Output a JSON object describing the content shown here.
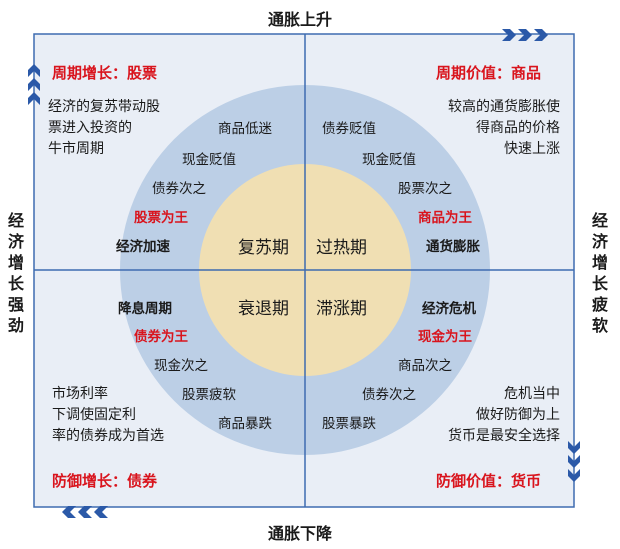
{
  "axes": {
    "top": "通胀上升",
    "bottom": "通胀下降",
    "left": "经济增长强劲",
    "right": "经济增长疲软"
  },
  "quadrants": {
    "top_left": {
      "title": "周期增长：股票",
      "description": [
        "经济的复苏带动股",
        "票进入投资的",
        "牛市周期"
      ],
      "ring_items": [
        "商品低迷",
        "现金贬值",
        "债券次之",
        "股票为王",
        "经济加速"
      ],
      "phase": "复苏期"
    },
    "top_right": {
      "title": "周期价值：商品",
      "description": [
        "较高的通货膨胀使",
        "得商品的价格",
        "快速上涨"
      ],
      "ring_items": [
        "债券贬值",
        "现金贬值",
        "股票次之",
        "商品为王",
        "通货膨胀"
      ],
      "phase": "过热期"
    },
    "bottom_left": {
      "title": "防御增长：债券",
      "description": [
        "市场利率",
        "下调使固定利",
        "率的债券成为首选"
      ],
      "ring_items": [
        "降息周期",
        "债券为王",
        "现金次之",
        "股票疲软",
        "商品暴跌"
      ],
      "phase": "衰退期"
    },
    "bottom_right": {
      "title": "防御价值：货币",
      "description": [
        "危机当中",
        "做好防御为上",
        "货币是最安全选择"
      ],
      "ring_items": [
        "经济危机",
        "现金为王",
        "商品次之",
        "债券次之",
        "股票暴跌"
      ],
      "phase": "滞涨期"
    }
  },
  "colors": {
    "outer_fill": "#e9eef6",
    "ring_fill": "#bccfe6",
    "core_fill": "#f0dfb3",
    "frame": "#3e6cb0",
    "accent_red": "#d9141d",
    "arrow_blue": "#2b59a8"
  },
  "icons": [
    "chevron-right-arrows",
    "chevron-up-arrows",
    "chevron-down-arrows",
    "chevron-left-arrows"
  ]
}
